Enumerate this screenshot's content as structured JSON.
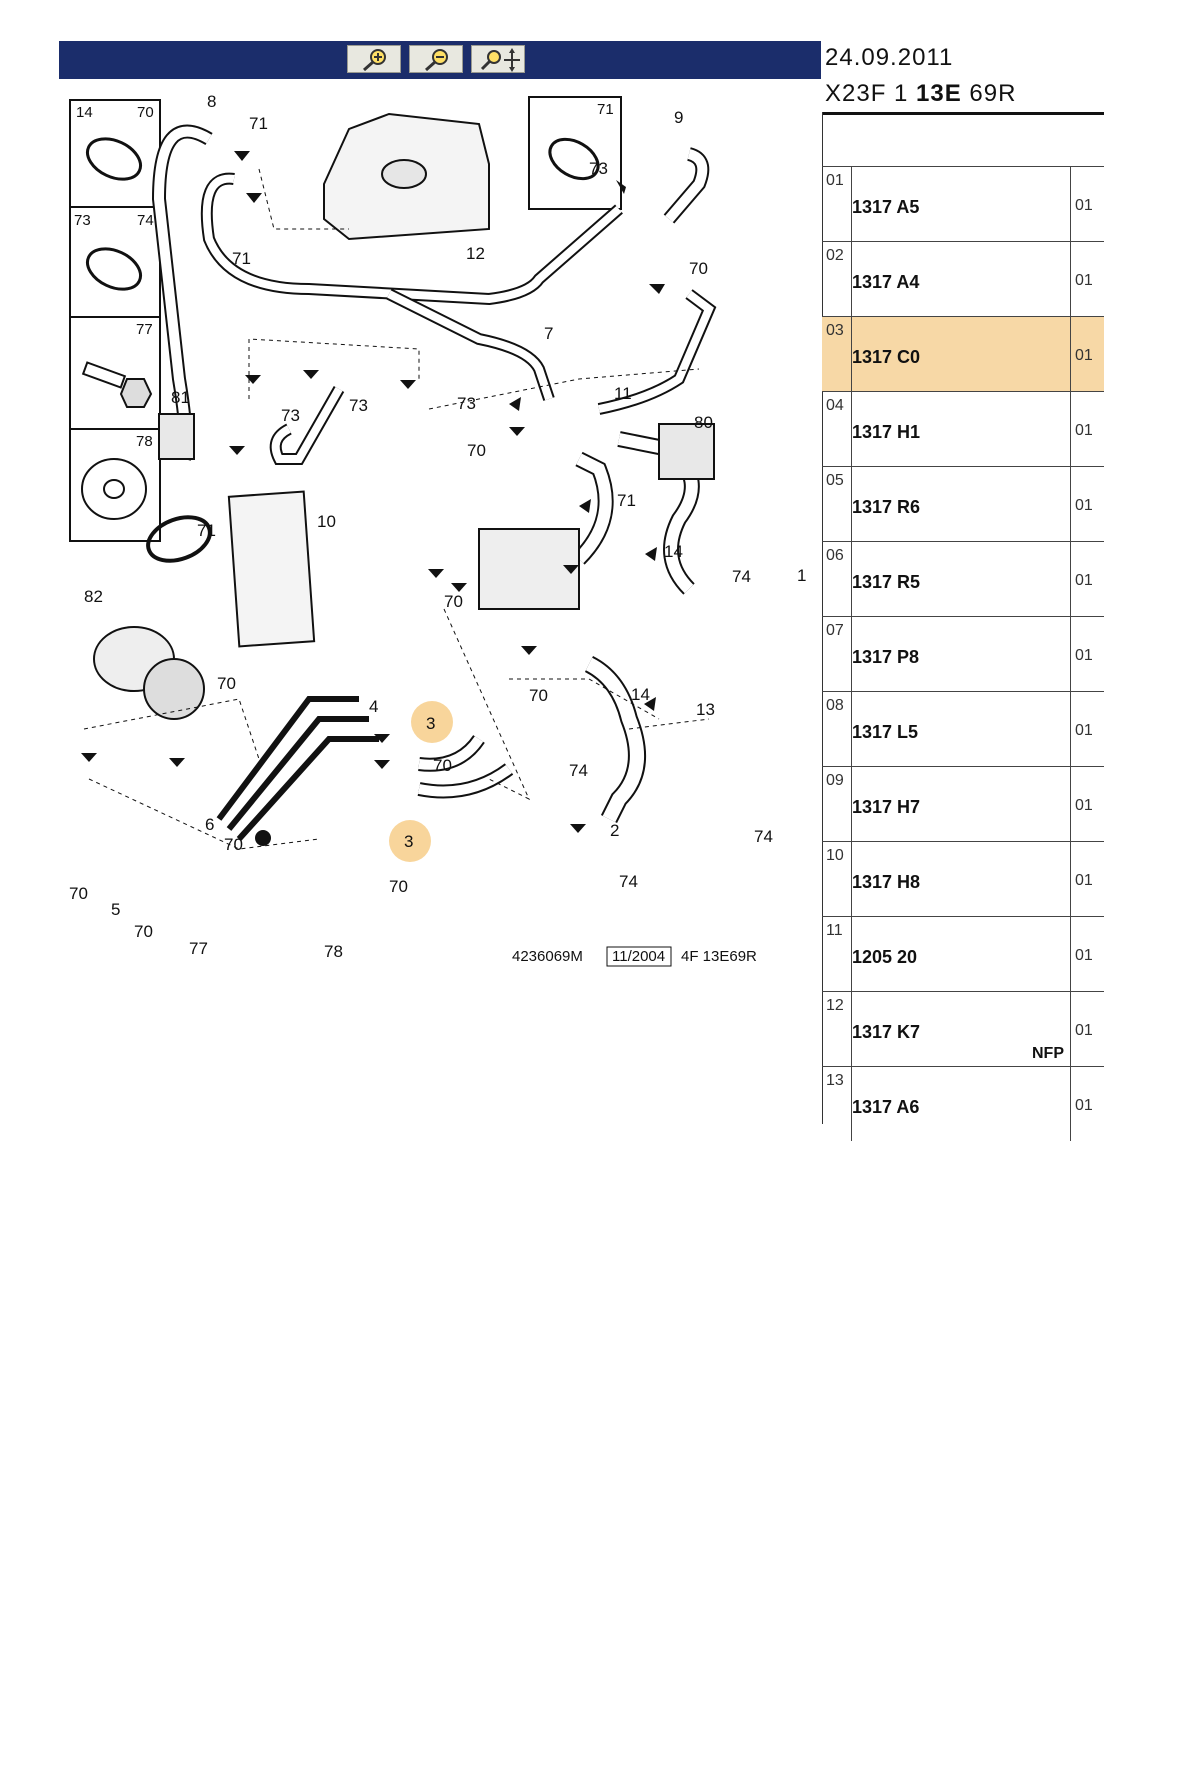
{
  "toolbar": {
    "zoom_in_icon": "zoom-in-icon",
    "zoom_out_icon": "zoom-out-icon",
    "pan_icon": "pan-move-icon",
    "bar_color": "#1b2d6b"
  },
  "panel": {
    "date": "24.09.2011",
    "code_prefix": "X23F 1 ",
    "code_bold": "13E",
    "code_suffix": " 69R"
  },
  "parts": [
    {
      "idx": "01",
      "ref": "1317 A5",
      "qty": "01",
      "note": ""
    },
    {
      "idx": "02",
      "ref": "1317 A4",
      "qty": "01",
      "note": ""
    },
    {
      "idx": "03",
      "ref": "1317 C0",
      "qty": "01",
      "note": "",
      "selected": true
    },
    {
      "idx": "04",
      "ref": "1317 H1",
      "qty": "01",
      "note": ""
    },
    {
      "idx": "05",
      "ref": "1317 R6",
      "qty": "01",
      "note": ""
    },
    {
      "idx": "06",
      "ref": "1317 R5",
      "qty": "01",
      "note": ""
    },
    {
      "idx": "07",
      "ref": "1317 P8",
      "qty": "01",
      "note": ""
    },
    {
      "idx": "08",
      "ref": "1317 L5",
      "qty": "01",
      "note": ""
    },
    {
      "idx": "09",
      "ref": "1317 H7",
      "qty": "01",
      "note": ""
    },
    {
      "idx": "10",
      "ref": "1317 H8",
      "qty": "01",
      "note": ""
    },
    {
      "idx": "11",
      "ref": "1205 20",
      "qty": "01",
      "note": ""
    },
    {
      "idx": "12",
      "ref": "1317 K7",
      "qty": "01",
      "note": "NFP"
    },
    {
      "idx": "13",
      "ref": "1317 A6",
      "qty": "01",
      "note": ""
    }
  ],
  "diagram": {
    "footer_ref": "4236069M",
    "footer_date": "11/2004",
    "footer_code": "4F 13E69R",
    "highlight_color": "#f5c77a",
    "callouts": [
      {
        "label": "8"
      },
      {
        "label": "71"
      },
      {
        "label": "71"
      },
      {
        "label": "9"
      },
      {
        "label": "73"
      },
      {
        "label": "12"
      },
      {
        "label": "70"
      },
      {
        "label": "7"
      },
      {
        "label": "11"
      },
      {
        "label": "80"
      },
      {
        "label": "73"
      },
      {
        "label": "73"
      },
      {
        "label": "73"
      },
      {
        "label": "10"
      },
      {
        "label": "70"
      },
      {
        "label": "71"
      },
      {
        "label": "71"
      },
      {
        "label": "81"
      },
      {
        "label": "14"
      },
      {
        "label": "74"
      },
      {
        "label": "1"
      },
      {
        "label": "82"
      },
      {
        "label": "70"
      },
      {
        "label": "70"
      },
      {
        "label": "14"
      },
      {
        "label": "13"
      },
      {
        "label": "70"
      },
      {
        "label": "74"
      },
      {
        "label": "4"
      },
      {
        "label": "70"
      },
      {
        "label": "3"
      },
      {
        "label": "2"
      },
      {
        "label": "74"
      },
      {
        "label": "6"
      },
      {
        "label": "70"
      },
      {
        "label": "70"
      },
      {
        "label": "70"
      },
      {
        "label": "3"
      },
      {
        "label": "74"
      },
      {
        "label": "5"
      },
      {
        "label": "70"
      },
      {
        "label": "77"
      },
      {
        "label": "78"
      }
    ],
    "inset_labels": [
      {
        "label": "14"
      },
      {
        "label": "70"
      },
      {
        "label": "73"
      },
      {
        "label": "74"
      },
      {
        "label": "77"
      },
      {
        "label": "78"
      },
      {
        "label": "71"
      }
    ]
  }
}
